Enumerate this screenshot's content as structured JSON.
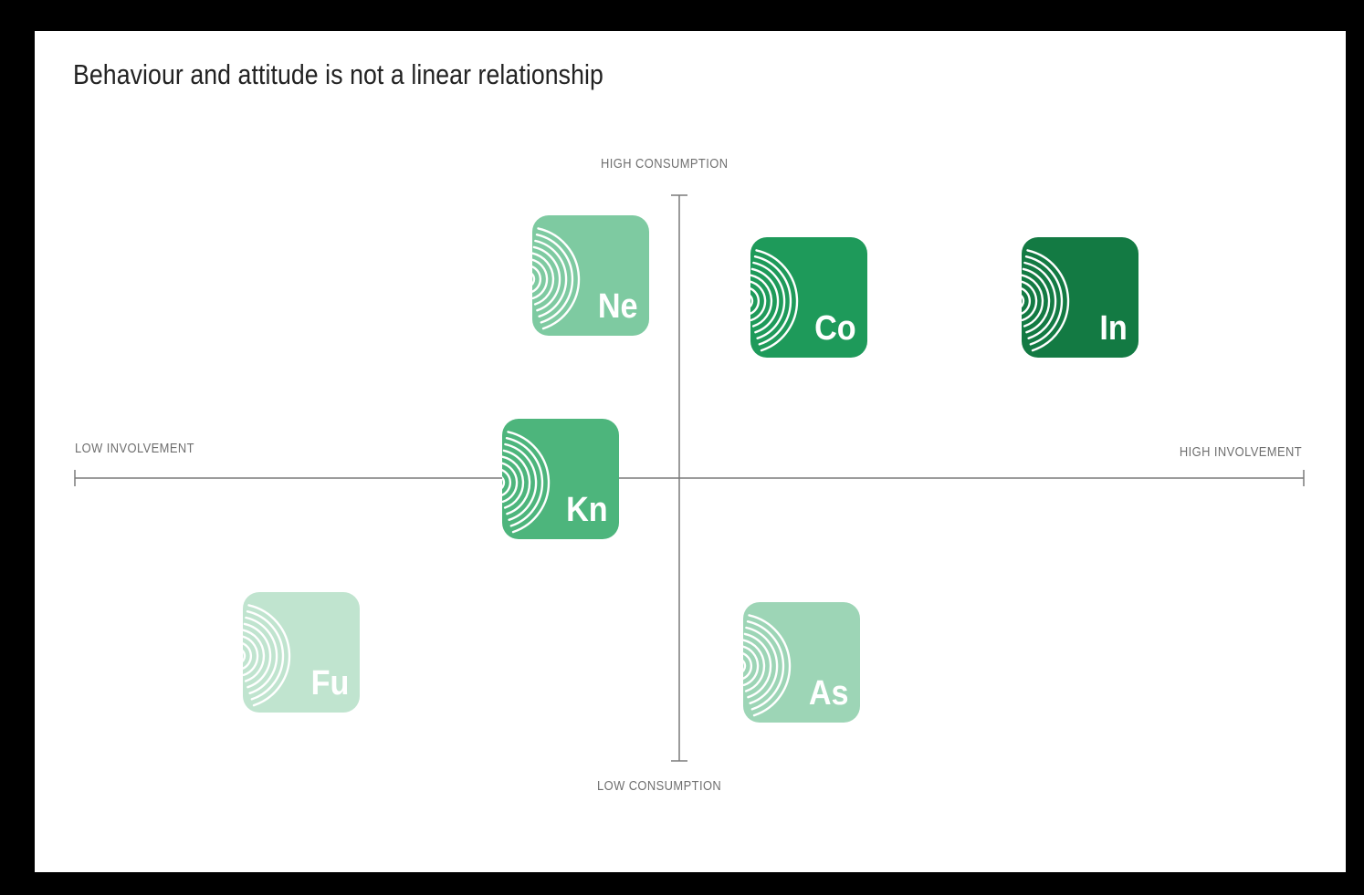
{
  "title": "Behaviour and attitude is not a linear relationship",
  "axes": {
    "top": "HIGH CONSUMPTION",
    "bottom": "LOW CONSUMPTION",
    "left": "LOW INVOLVEMENT",
    "right": "HIGH INVOLVEMENT"
  },
  "icon": "fingerprint-icon",
  "tiles": [
    {
      "abbr": "Ne",
      "color": "#7ecaa1"
    },
    {
      "abbr": "Co",
      "color": "#1e9a5a"
    },
    {
      "abbr": "In",
      "color": "#137a43"
    },
    {
      "abbr": "Kn",
      "color": "#4db57c"
    },
    {
      "abbr": "Fu",
      "color": "#c0e4cf"
    },
    {
      "abbr": "As",
      "color": "#9dd5b6"
    }
  ]
}
